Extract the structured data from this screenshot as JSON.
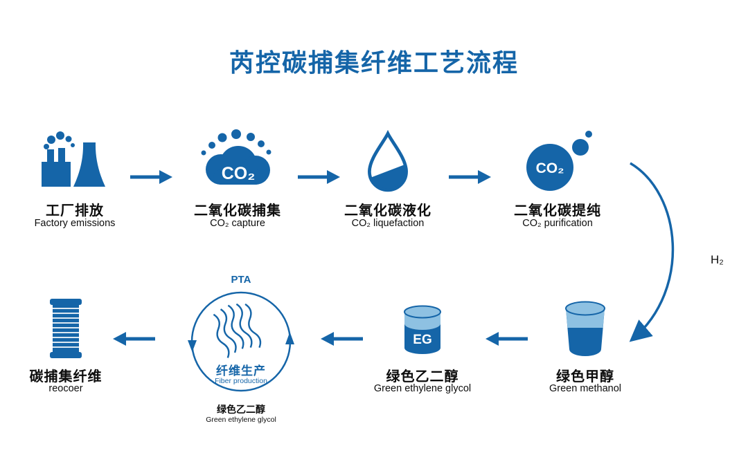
{
  "title": "芮控碳捕集纤维工艺流程",
  "h2_label": "H₂",
  "colors": {
    "primary": "#1565a8",
    "light": "#8ec1e2",
    "ink": "#0d0d0d",
    "background": "#ffffff"
  },
  "top_row": [
    {
      "label": "工厂排放",
      "sublabel": "Factory emissions"
    },
    {
      "label": "二氧化碳捕集",
      "sublabel": "CO₂ capture",
      "icon_text": "CO₂"
    },
    {
      "label": "二氧化碳液化",
      "sublabel": "CO₂ liquefaction"
    },
    {
      "label": "二氧化碳提纯",
      "sublabel": "CO₂ purification",
      "icon_text": "CO₂"
    }
  ],
  "bottom_row": [
    {
      "label": "碳捕集纤维",
      "sublabel": "reocoer"
    },
    {
      "label": "纤维生产",
      "sublabel": "Fiber production",
      "top_label": "PTA",
      "below_label": "绿色乙二醇",
      "below_sublabel": "Green ethylene glycol"
    },
    {
      "label": "绿色乙二醇",
      "sublabel": "Green ethylene glycol",
      "icon_text": "EG"
    },
    {
      "label": "绿色甲醇",
      "sublabel": "Green methanol"
    }
  ]
}
